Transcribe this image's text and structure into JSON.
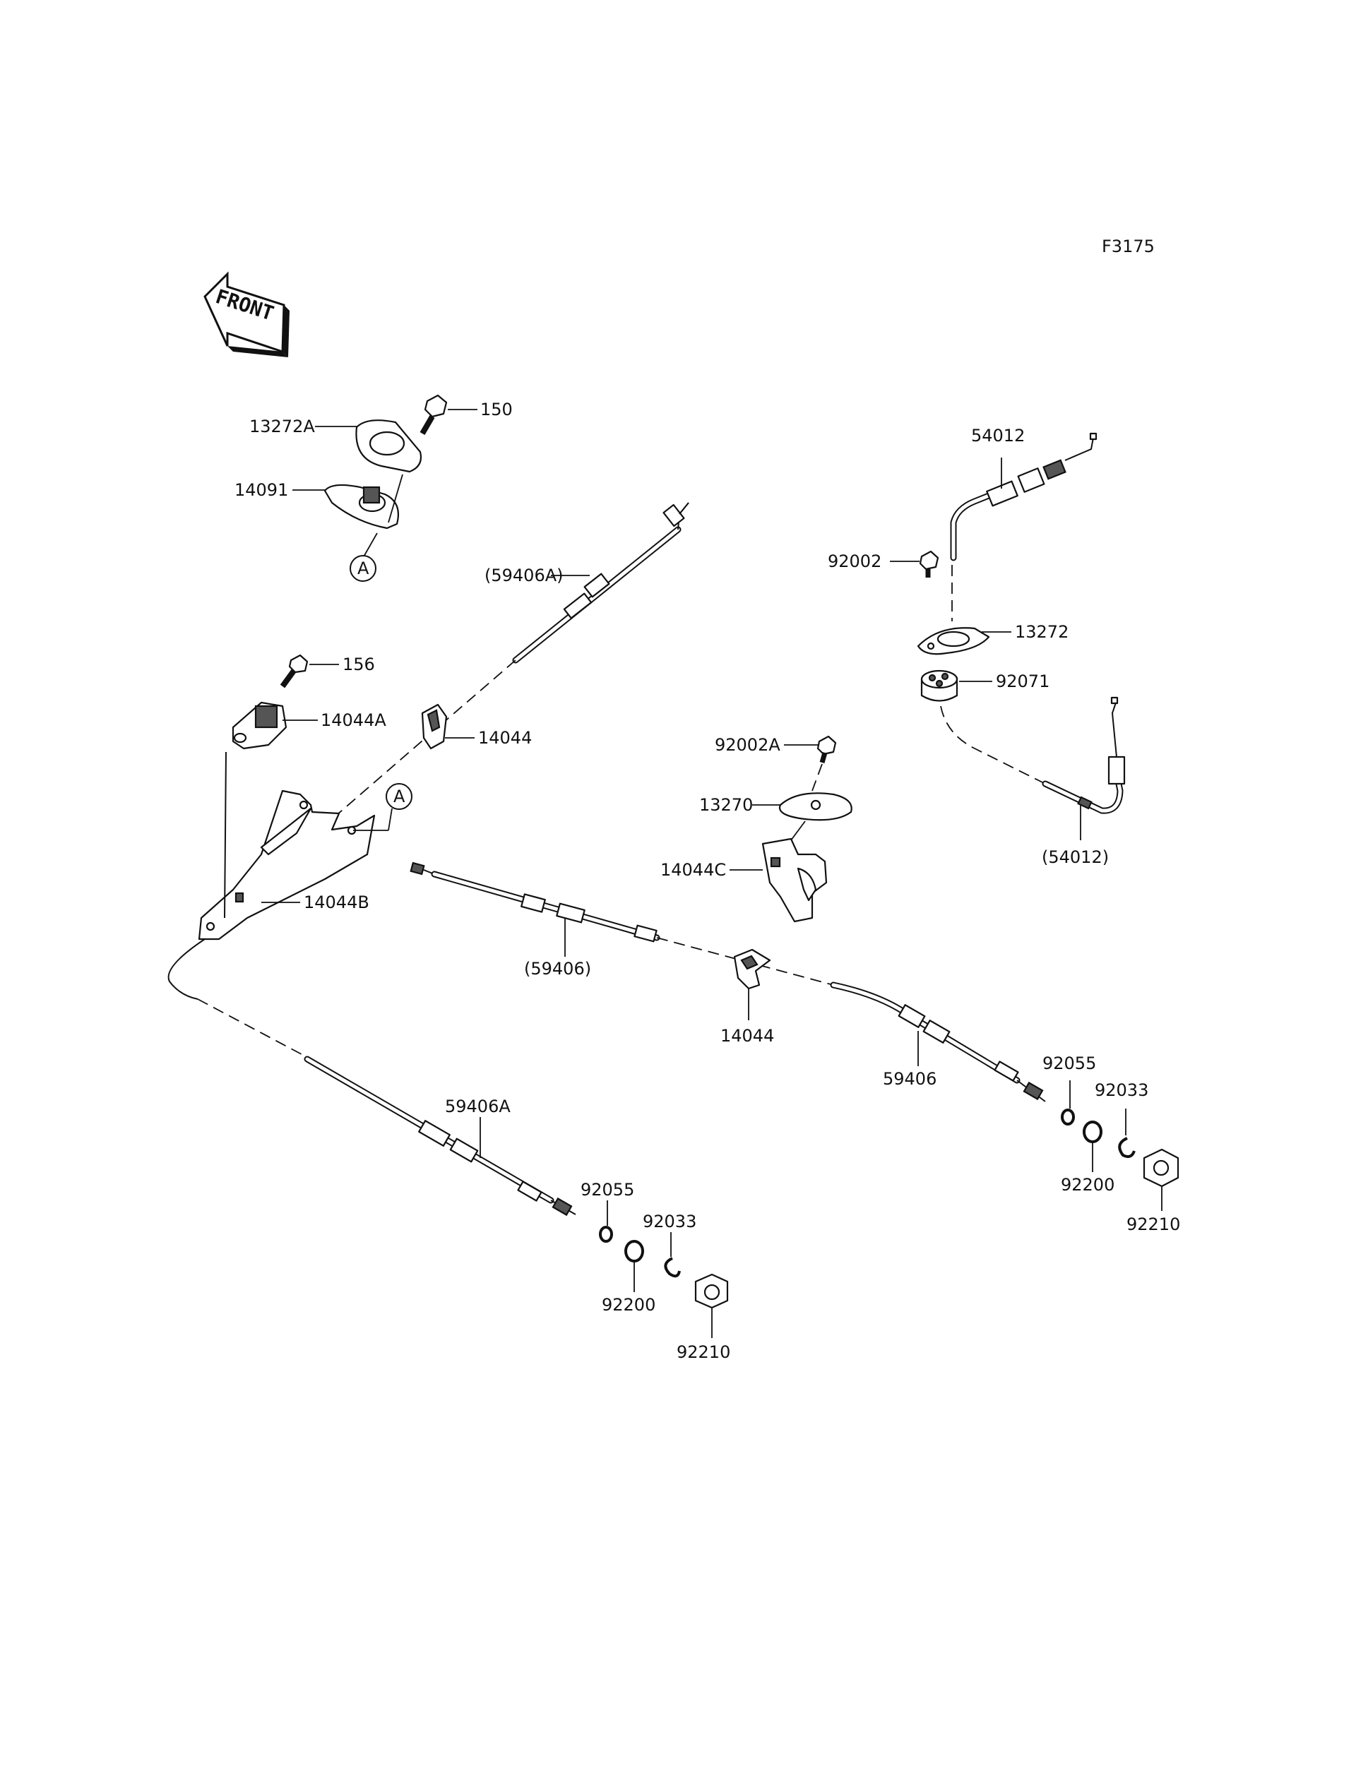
{
  "figure_code": "F3175",
  "front_label": "FRONT",
  "parts": {
    "p13272A": "13272A",
    "p150": "150",
    "p14091": "14091",
    "pA_ref1": "A",
    "p59406A_paren": "(59406A)",
    "p156": "156",
    "p14044A": "14044A",
    "p14044_top": "14044",
    "pA_ref2": "A",
    "p14044B": "14044B",
    "p54012": "54012",
    "p92002": "92002",
    "p13272": "13272",
    "p92071": "92071",
    "p54012_paren": "(54012)",
    "p92002A": "92002A",
    "p13270": "13270",
    "p14044C": "14044C",
    "p59406_paren": "(59406)",
    "p14044_mid": "14044",
    "p59406": "59406",
    "p92055_r": "92055",
    "p92033_r": "92033",
    "p92200_r": "92200",
    "p92210_r": "92210",
    "p59406A": "59406A",
    "p92055_l": "92055",
    "p92033_l": "92033",
    "p92200_l": "92200",
    "p92210_l": "92210"
  }
}
